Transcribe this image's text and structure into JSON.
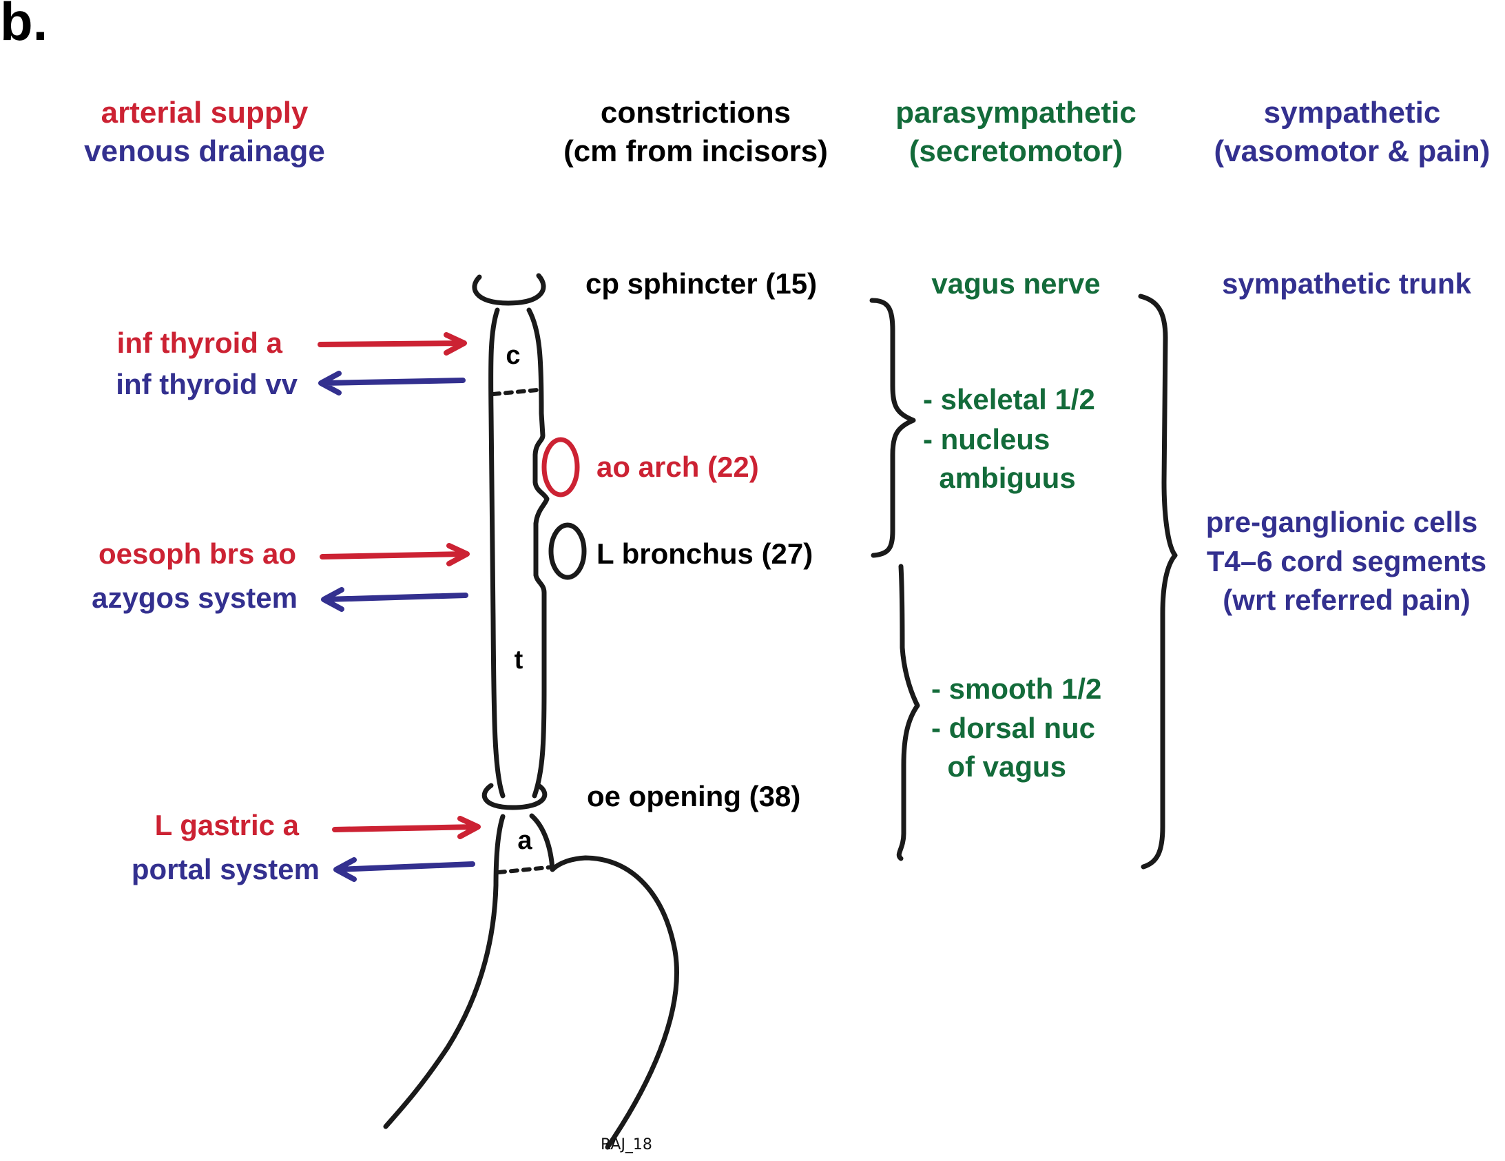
{
  "panel_label": "b.",
  "colors": {
    "arterial": "#cc2233",
    "venous": "#33308f",
    "parasympathetic": "#136b3a",
    "sympathetic": "#33308f",
    "structure": "#1a1a1a"
  },
  "headers": {
    "blood_supply": {
      "line1": "arterial supply",
      "line2": "venous drainage"
    },
    "constrictions": {
      "line1": "constrictions",
      "line2": "(cm from incisors)"
    },
    "parasympathetic": {
      "line1": "parasympathetic",
      "line2": "(secretomotor)"
    },
    "sympathetic": {
      "line1": "sympathetic",
      "line2": "(vasomotor & pain)"
    }
  },
  "segments": {
    "cervical": "c",
    "thoracic": "t",
    "abdominal": "a"
  },
  "constrictions": [
    {
      "label": "cp sphincter (15)",
      "structure": "cp sphincter",
      "distance_cm": 15
    },
    {
      "label": "ao arch (22)",
      "structure": "ao arch",
      "distance_cm": 22
    },
    {
      "label": "L bronchus (27)",
      "structure": "L bronchus",
      "distance_cm": 27
    },
    {
      "label": "oe opening (38)",
      "structure": "oe opening",
      "distance_cm": 38
    }
  ],
  "vessels": [
    {
      "label": "inf thyroid a",
      "type": "arterial",
      "segment": "cervical"
    },
    {
      "label": "inf thyroid vv",
      "type": "venous",
      "segment": "cervical"
    },
    {
      "label": "oesoph brs ao",
      "type": "arterial",
      "segment": "thoracic"
    },
    {
      "label": "azygos system",
      "type": "venous",
      "segment": "thoracic"
    },
    {
      "label": "L gastric a",
      "type": "arterial",
      "segment": "abdominal"
    },
    {
      "label": "portal system",
      "type": "venous",
      "segment": "abdominal"
    }
  ],
  "parasympathetic": {
    "nerve": "vagus nerve",
    "upper": {
      "lines": [
        "- skeletal 1/2",
        "- nucleus",
        "  ambiguus"
      ]
    },
    "lower": {
      "lines": [
        "- smooth 1/2",
        "- dorsal nuc",
        "  of vagus"
      ]
    }
  },
  "sympathetic": {
    "nerve": "sympathetic trunk",
    "lines": [
      "pre-ganglionic cells",
      "T4–6 cord segments",
      "(wrt referred pain)"
    ]
  },
  "signature": "RAJ_18"
}
